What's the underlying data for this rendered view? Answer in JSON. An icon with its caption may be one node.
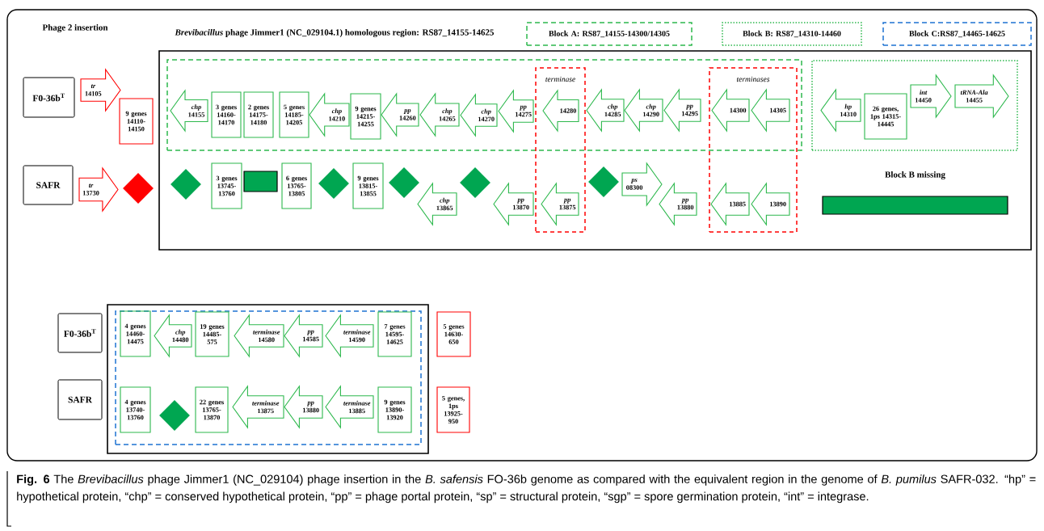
{
  "diagram": {
    "title": "Phage 2 insertion",
    "caption": "**Fig. 6** The *Brevibacillus* phage Jimmer1 (NC_029104) phage insertion in the *B. safensis* FO-36b genome as compared with the equivalent region in the genome of *B. pumilus* SAFR-032. “hp” = hypothetical protein, “chp” = conserved hypothetical protein, “pp” = phage portal protein, “sp” = structural protein, “sgp” = spore germination protein, “int” = integrase.",
    "labels": [
      "*Brevibacillus* phage Jimmer1 (NC_029104.1) homologous region: RS87_14155-14625"
    ],
    "nodes": [
      {
        "text": [
          "Block A: RS87_14155-14300/14305"
        ]
      },
      {
        "text": [
          "Block B: RS87_14310-14460"
        ]
      },
      {
        "text": [
          "Block C:RS87_14465-14625"
        ]
      },
      {
        "text": [
          "F0-36b$^{T}$"
        ]
      },
      {
        "text": [
          "tr",
          "14105"
        ]
      },
      {
        "text": [
          "9 genes 14110-14150"
        ]
      },
      {
        "text": [],
        "shape": "box"
      },
      {
        "text": [],
        "shape": "box",
        "in": 6
      },
      {
        "text": [
          "terminase"
        ],
        "in": 6
      },
      {
        "text": [
          "terminases"
        ],
        "in": 6
      },
      {
        "text": [],
        "shape": "box",
        "in": 6
      },
      {
        "text": [
          "chp",
          "14155"
        ],
        "in": 7
      },
      {
        "text": [
          "3 genes 14160-14170"
        ],
        "in": 7
      },
      {
        "text": [
          "2 genes 14175-14180"
        ],
        "in": 7
      },
      {
        "text": [
          "5 genes 14185-14205"
        ],
        "in": 7
      },
      {
        "text": [
          "chp",
          "14210"
        ],
        "in": 7
      },
      {
        "text": [
          "9 genes 14215-14255"
        ],
        "in": 7
      },
      {
        "text": [
          "pp",
          "14260"
        ],
        "in": 7
      },
      {
        "text": [
          "chp",
          "14265"
        ],
        "in": 7
      },
      {
        "text": [
          "chp",
          "14270"
        ],
        "in": 7
      },
      {
        "text": [
          "pp",
          "14275"
        ],
        "in": 7
      },
      {
        "text": [
          "14280"
        ]
      },
      {
        "text": [
          "chp",
          "14285"
        ],
        "in": 7
      },
      {
        "text": [
          "chp",
          "14290"
        ],
        "in": 7
      },
      {
        "text": [
          "pp",
          "14295"
        ],
        "in": 7
      },
      {
        "text": [
          "14300"
        ]
      },
      {
        "text": [
          "14305"
        ]
      },
      {
        "text": [
          "hp",
          "14310"
        ],
        "in": 10
      },
      {
        "text": [
          "26 genes, 1ps 14315-14445"
        ],
        "in": 10
      },
      {
        "text": [
          "int",
          "14450"
        ],
        "in": 10
      },
      {
        "text": [
          "tRNA-Ala",
          "14455"
        ],
        "in": 10
      },
      {
        "text": [
          "SAFR"
        ]
      },
      {
        "text": [
          "tr",
          "13730"
        ]
      },
      {
        "text": [],
        "shape": "diamond"
      },
      {
        "text": [],
        "shape": "diamond",
        "in": 6
      },
      {
        "text": [
          "3 genes 13745-13760"
        ],
        "in": 6
      },
      {
        "text": [],
        "shape": "box",
        "in": 6
      },
      {
        "text": [
          "6 genes 13765-13805"
        ],
        "in": 6
      },
      {
        "text": [],
        "shape": "diamond",
        "in": 6
      },
      {
        "text": [
          "9 genes 13815-13855"
        ],
        "in": 6
      },
      {
        "text": [],
        "shape": "diamond",
        "in": 6
      },
      {
        "text": [
          "chp",
          "13865"
        ],
        "in": 6
      },
      {
        "text": [],
        "shape": "diamond",
        "in": 6
      },
      {
        "text": [
          "pp",
          "13870"
        ],
        "in": 6
      },
      {
        "text": [
          "pp",
          "13875"
        ],
        "in": 8
      },
      {
        "text": [],
        "shape": "diamond",
        "in": 6
      },
      {
        "text": [
          "ps",
          "08300"
        ],
        "in": 6
      },
      {
        "text": [
          "pp",
          "13880"
        ],
        "in": 6
      },
      {
        "text": [
          "13885"
        ],
        "in": 9
      },
      {
        "text": [
          "13890"
        ],
        "in": 9
      },
      {
        "text": [
          "Block B missing"
        ],
        "in": 6
      },
      {
        "text": [
          "F0-36b$^{T}$"
        ]
      },
      {
        "text": [
          "SAFR"
        ]
      },
      {
        "text": [],
        "shape": "box"
      },
      {
        "text": [],
        "shape": "box",
        "in": 53
      },
      {
        "text": [
          "4 genes 14460-14475"
        ],
        "in": 54
      },
      {
        "text": [
          "chp",
          "14480"
        ],
        "in": 54
      },
      {
        "text": [
          "19 genes 14485-575"
        ],
        "in": 54
      },
      {
        "text": [
          "terminase",
          "14580"
        ],
        "in": 54
      },
      {
        "text": [
          "pp",
          "14585"
        ],
        "in": 54
      },
      {
        "text": [
          "terminase",
          "14590"
        ],
        "in": 54
      },
      {
        "text": [
          "7 genes 14595-14625"
        ],
        "in": 54
      },
      {
        "text": [
          "5 genes 14630-650"
        ]
      },
      {
        "text": [
          "4 genes 13740-13760"
        ],
        "in": 54
      },
      {
        "text": [],
        "shape": "diamond",
        "in": 54
      },
      {
        "text": [
          "22 genes 13765-13870"
        ],
        "in": 54
      },
      {
        "text": [
          "terminase",
          "13875"
        ],
        "in": 54
      },
      {
        "text": [
          "pp",
          "13880"
        ],
        "in": 54
      },
      {
        "text": [
          "terminase",
          "13885"
        ],
        "in": 54
      },
      {
        "text": [
          "9 genes 13890-13920"
        ],
        "in": 54
      },
      {
        "text": [
          "5 genes, 1ps 13925-950"
        ]
      }
    ]
  }
}
